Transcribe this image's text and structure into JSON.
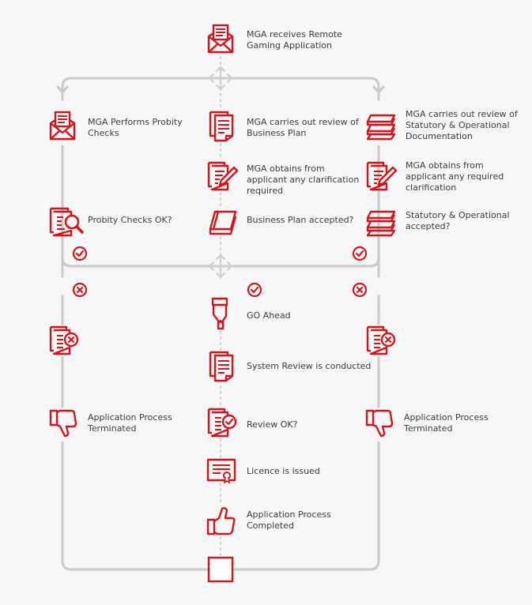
{
  "accent_color": "#d4161c",
  "line_color": "#c9c9c9",
  "nodes": {
    "receive": "MGA receives Remote\nGaming Application",
    "probity": "MGA Performs Probity\nChecks",
    "business_review": "MGA carries out review of\nBusiness Plan",
    "statutory_review": "MGA carries out review of\nStatutory & Operational\nDocumentation",
    "clarify_center": "MGA obtains from\napplicant any clarification\nrequired",
    "clarify_right": "MGA obtains from\napplicant any required\nclarification",
    "probity_ok": "Probity Checks OK?",
    "business_ok": "Business Plan accepted?",
    "statutory_ok": "Statutory & Operational\naccepted?",
    "go_ahead": "GO Ahead",
    "system_review": "System Review is conducted",
    "terminated_left": "Application Process\nTerminated",
    "terminated_right": "Application Process\nTerminated",
    "review_ok": "Review OK?",
    "licence": "Licence is issued",
    "completed": "Application Process\nCompleted"
  },
  "icons": {
    "receive": "envelope-document-icon",
    "probity": "envelope-document-icon",
    "business_review": "document-icon",
    "statutory_review": "books-icon",
    "clarify": "document-pencil-icon",
    "probity_ok": "document-magnifier-icon",
    "business_ok": "book-icon",
    "statutory_ok": "books-icon",
    "reject_mark": "cross-circle-icon",
    "accept_mark": "check-circle-icon",
    "rejected_doc": "document-cross-icon",
    "go_ahead": "pen-nib-icon",
    "system_review": "document-icon",
    "terminated": "thumbs-down-icon",
    "review_ok": "document-check-icon",
    "licence": "certificate-icon",
    "completed": "thumbs-up-icon",
    "end": "square-icon",
    "junction": "four-way-arrow-icon"
  }
}
